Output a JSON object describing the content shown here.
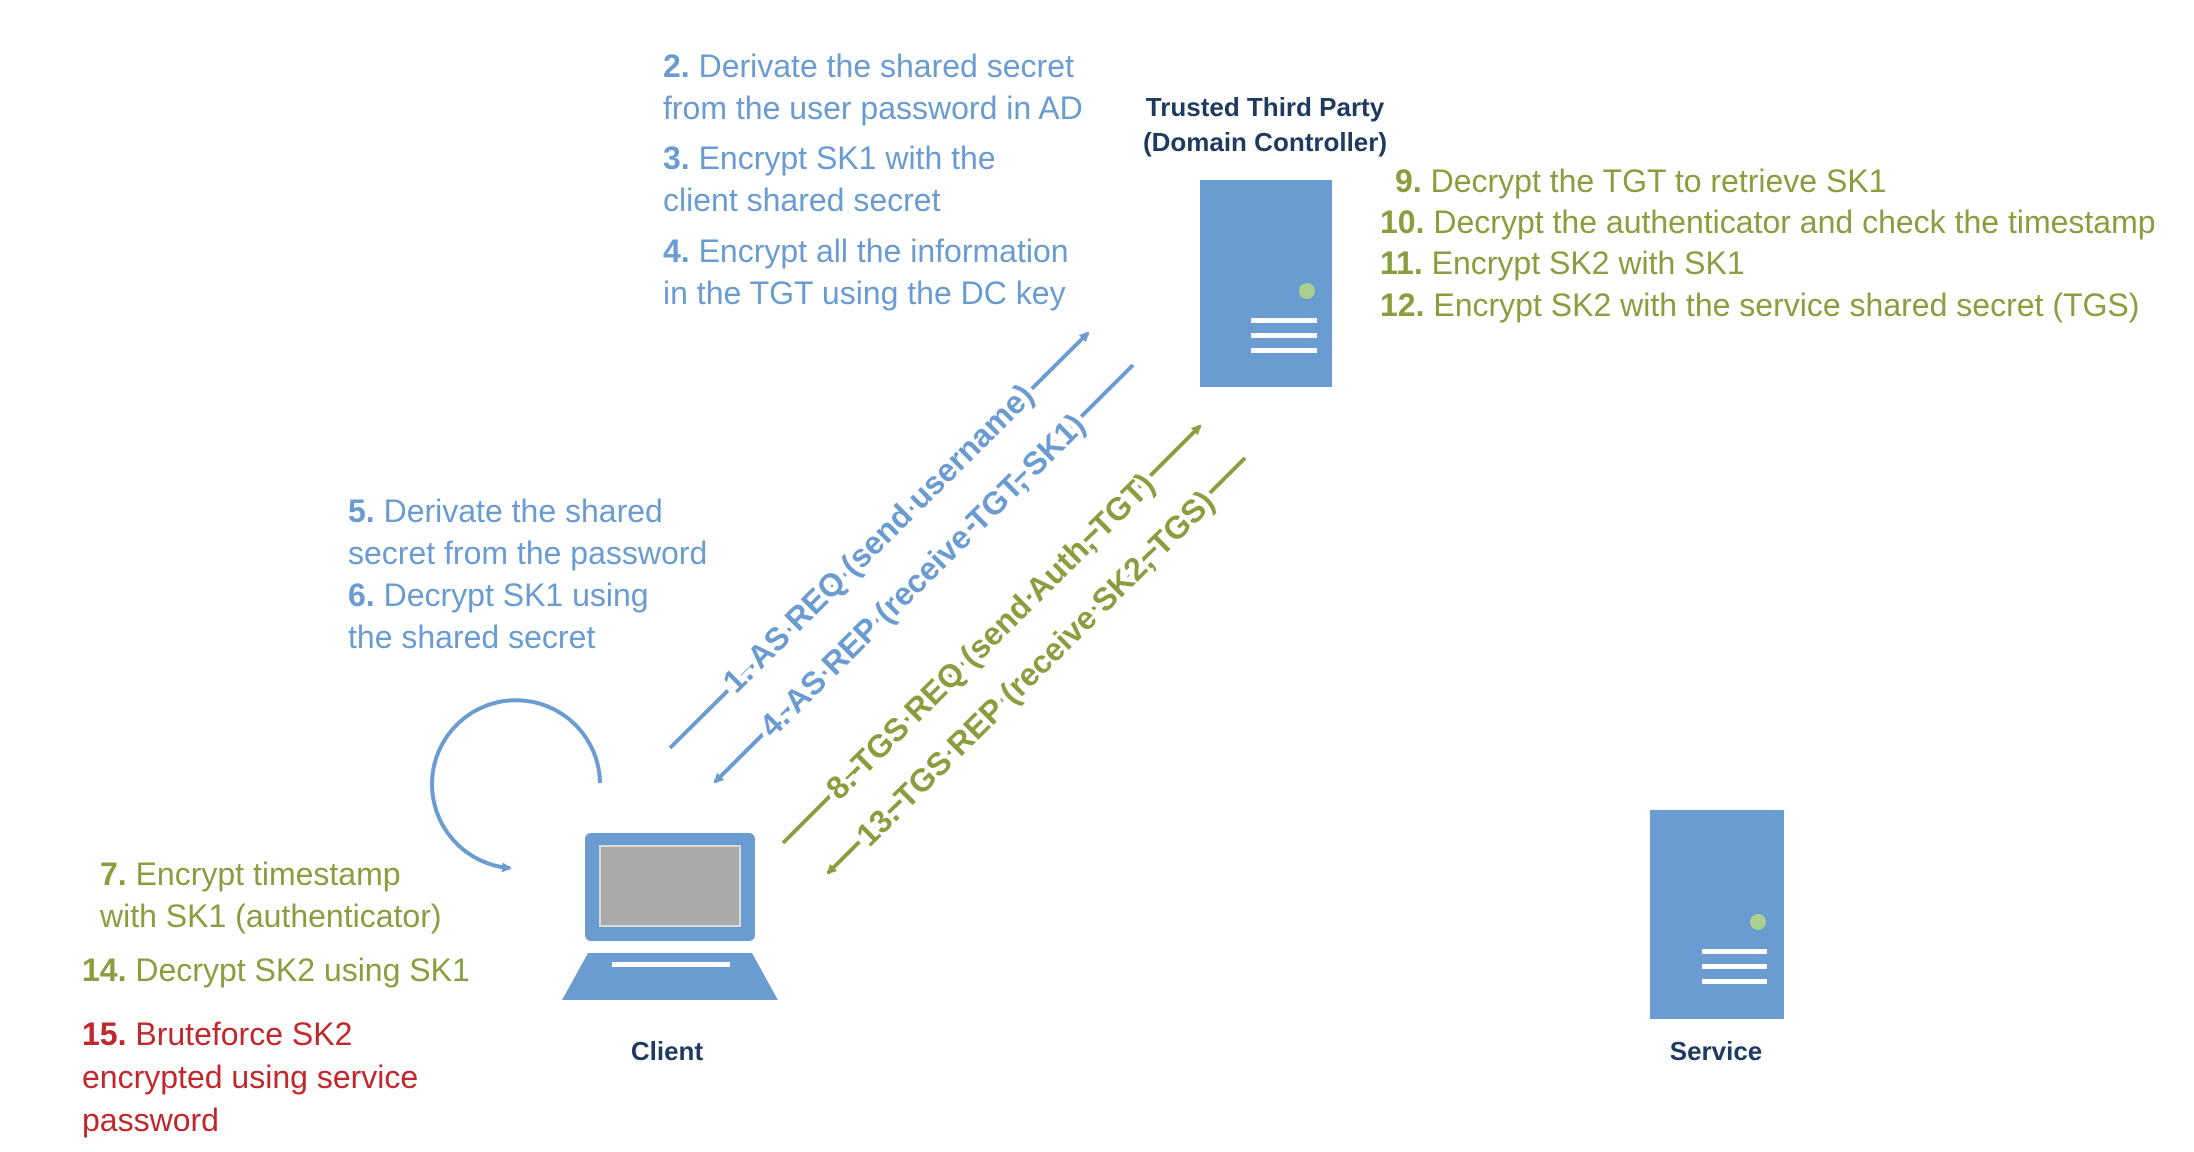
{
  "colors": {
    "blue": "#6a9bd1",
    "green": "#8a9e3f",
    "red": "#c0282d",
    "navy": "#1f3a5f",
    "server": "#6a9bd1",
    "screen": "#aaaaaa"
  },
  "nodes": {
    "dc": {
      "label_line1": "Trusted Third Party",
      "label_line2": "(Domain Controller)"
    },
    "client": {
      "label": "Client"
    },
    "service": {
      "label": "Service"
    }
  },
  "dc_steps": {
    "s2_num": "2.",
    "s2_line1": "Derivate the shared secret",
    "s2_line2": "from the user password in AD",
    "s3_num": "3.",
    "s3_line1": "Encrypt SK1 with the",
    "s3_line2": "client shared secret",
    "s4_num": "4.",
    "s4_line1": "Encrypt all the information",
    "s4_line2": "in the TGT using the DC key"
  },
  "tgs_steps": {
    "s9_num": "9.",
    "s9_text": "Decrypt the TGT to retrieve SK1",
    "s10_num": "10.",
    "s10_text": "Decrypt the authenticator and check the timestamp",
    "s11_num": "11.",
    "s11_text": "Encrypt SK2 with SK1",
    "s12_num": "12.",
    "s12_text": "Encrypt SK2 with the service shared secret (TGS)"
  },
  "client_steps": {
    "s5_num": "5.",
    "s5_line1": "Derivate the shared",
    "s5_line2": "secret from the password",
    "s6_num": "6.",
    "s6_line1": "Decrypt SK1 using",
    "s6_line2": "the shared secret",
    "s7_num": "7.",
    "s7_line1": "Encrypt timestamp",
    "s7_line2": "with SK1 (authenticator)",
    "s14_num": "14.",
    "s14_text": "Decrypt SK2 using SK1",
    "s15_num": "15.",
    "s15_line1": "Bruteforce SK2",
    "s15_line2": "encrypted using service",
    "s15_line3": "password"
  },
  "arrows": {
    "as_req": "1. AS REQ (send username)",
    "as_rep": "4. AS REP (receive TGT, SK1)",
    "tgs_req": "8. TGS REQ (send Auth, TGT)",
    "tgs_rep": "13. TGS REP (receive SK2, TGS)"
  }
}
